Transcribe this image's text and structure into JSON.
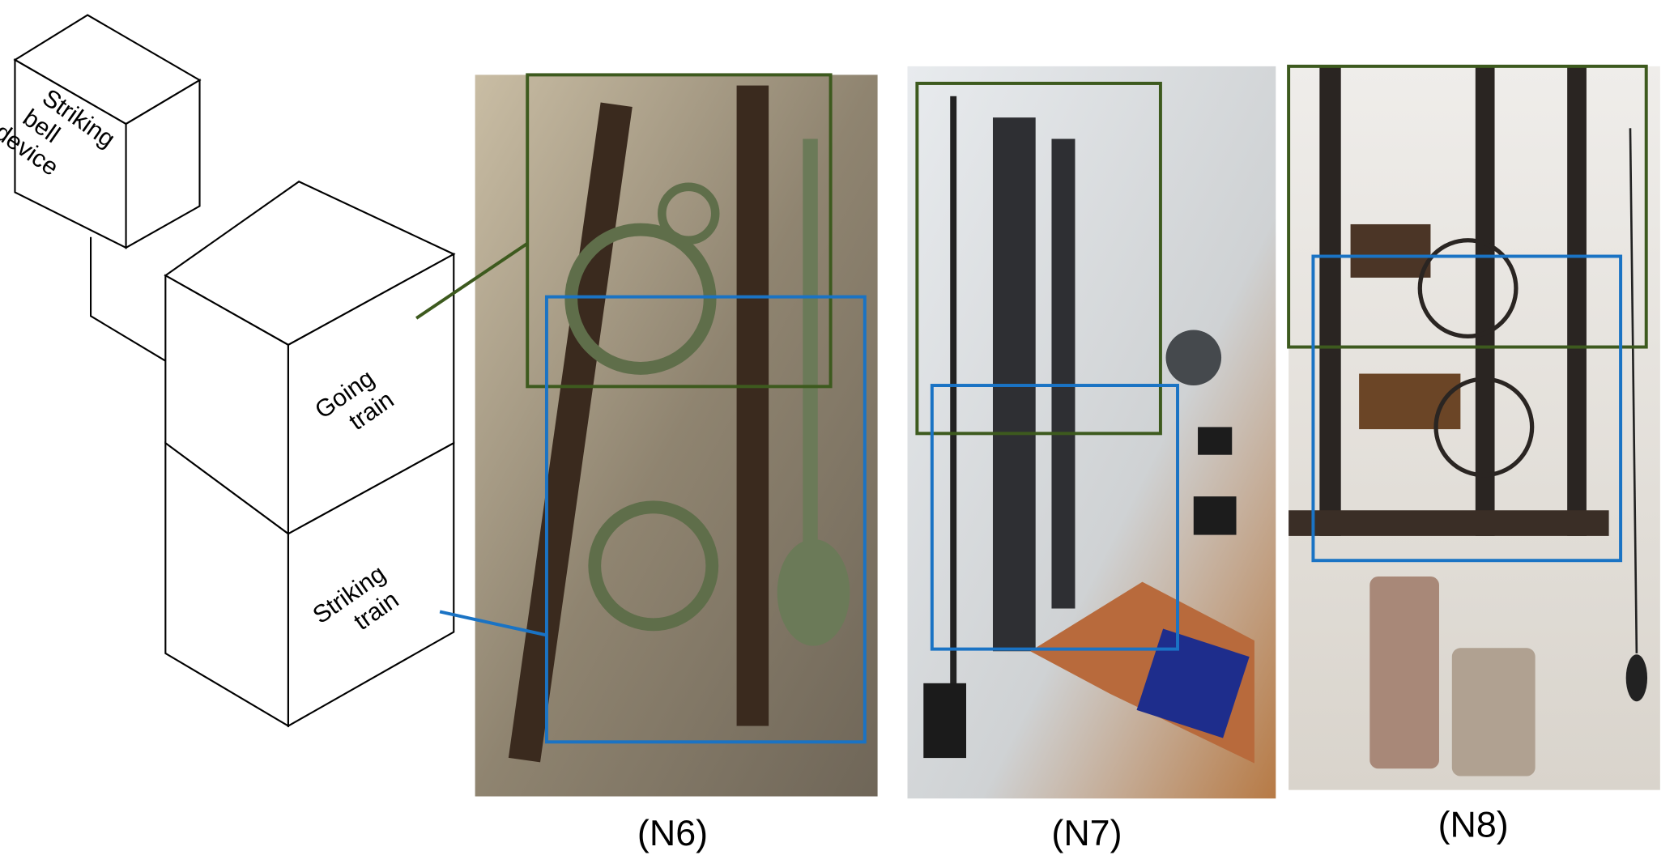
{
  "diagram": {
    "blocks": [
      {
        "id": "striking-bell-device",
        "lines": [
          "Striking",
          "bell",
          "device"
        ]
      },
      {
        "id": "going-train",
        "lines": [
          "Going",
          "train"
        ]
      },
      {
        "id": "striking-train",
        "lines": [
          "Striking",
          "train"
        ]
      }
    ],
    "colors": {
      "going_train": "#3d5a1e",
      "striking_train": "#1a73c4"
    }
  },
  "photos": [
    {
      "caption": "(N6)"
    },
    {
      "caption": "(N7)"
    },
    {
      "caption": "(N8)"
    }
  ]
}
